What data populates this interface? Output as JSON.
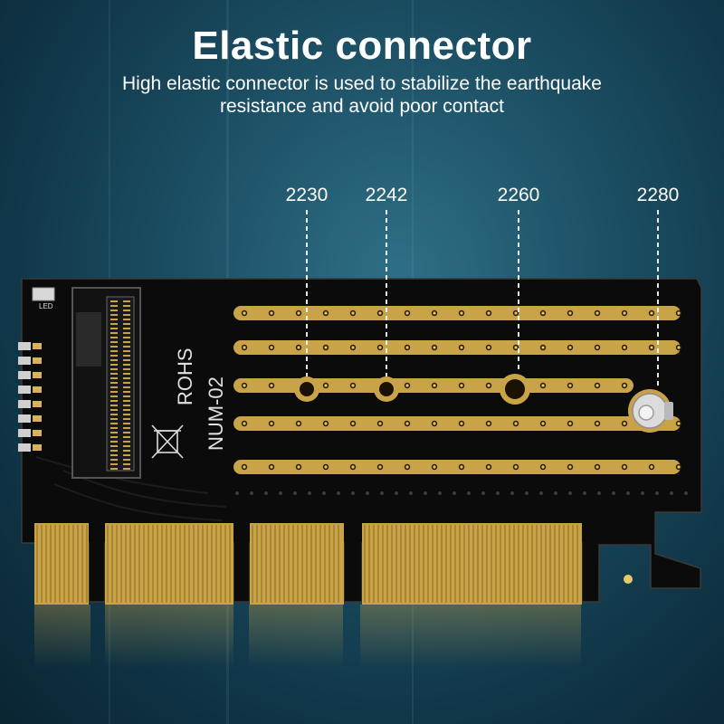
{
  "header": {
    "title": "Elastic connector",
    "subtitle_line1": "High elastic connector is used to stabilize the earthquake",
    "subtitle_line2": "resistance and avoid poor contact"
  },
  "sizes": [
    "2230",
    "2242",
    "2260",
    "2280"
  ],
  "board": {
    "led_label": "LED",
    "rohs_label": "ROHS",
    "model_label": "NUM-02",
    "colors": {
      "pcb": "#0b0b0b",
      "gold": "#c9a347",
      "hole": "#e7c86a",
      "background": "#1c4f64"
    }
  }
}
